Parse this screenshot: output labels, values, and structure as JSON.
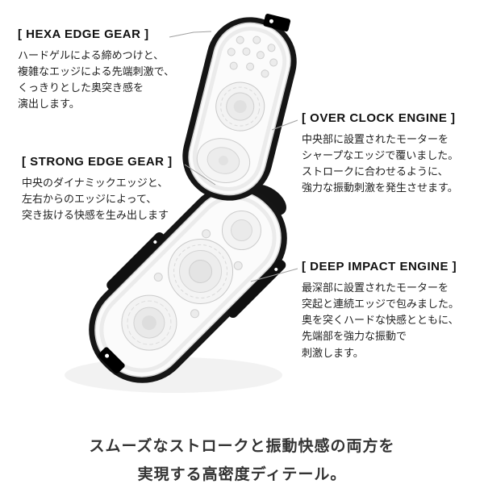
{
  "callouts": [
    {
      "id": "hexa-edge-gear",
      "title": "[ HEXA EDGE GEAR ]",
      "lines": [
        "ハードゲルによる締めつけと、",
        "複雑なエッジによる先端刺激で、",
        "くっきりとした奥突き感を",
        "演出します。"
      ]
    },
    {
      "id": "over-clock-engine",
      "title": "[ OVER CLOCK ENGINE ]",
      "lines": [
        "中央部に設置されたモーターを",
        "シャープなエッジで覆いました。",
        "ストロークに合わせるように、",
        "強力な振動刺激を発生させます。"
      ]
    },
    {
      "id": "strong-edge-gear",
      "title": "[ STRONG EDGE GEAR ]",
      "lines": [
        "中央のダイナミックエッジと、",
        "左右からのエッジによって、",
        "突き抜ける快感を生み出します"
      ]
    },
    {
      "id": "deep-impact-engine",
      "title": "[ DEEP IMPACT ENGINE ]",
      "lines": [
        "最深部に設置されたモーターを",
        "突起と連続エッジで包みました。",
        "奥を突くハードな快感とともに、",
        "先端部を強力な振動で",
        "刺激します。"
      ]
    }
  ],
  "caption": {
    "line1": "スムーズなストロークと振動快感の両方を",
    "line2": "実現する高密度ディテール。"
  },
  "colors": {
    "case_black": "#151515",
    "interior_white": "#fbfbfb",
    "texture_gray": "#c9c9c9",
    "callout_line_gray": "#a0a0a0",
    "caption_gray": "#333333"
  }
}
